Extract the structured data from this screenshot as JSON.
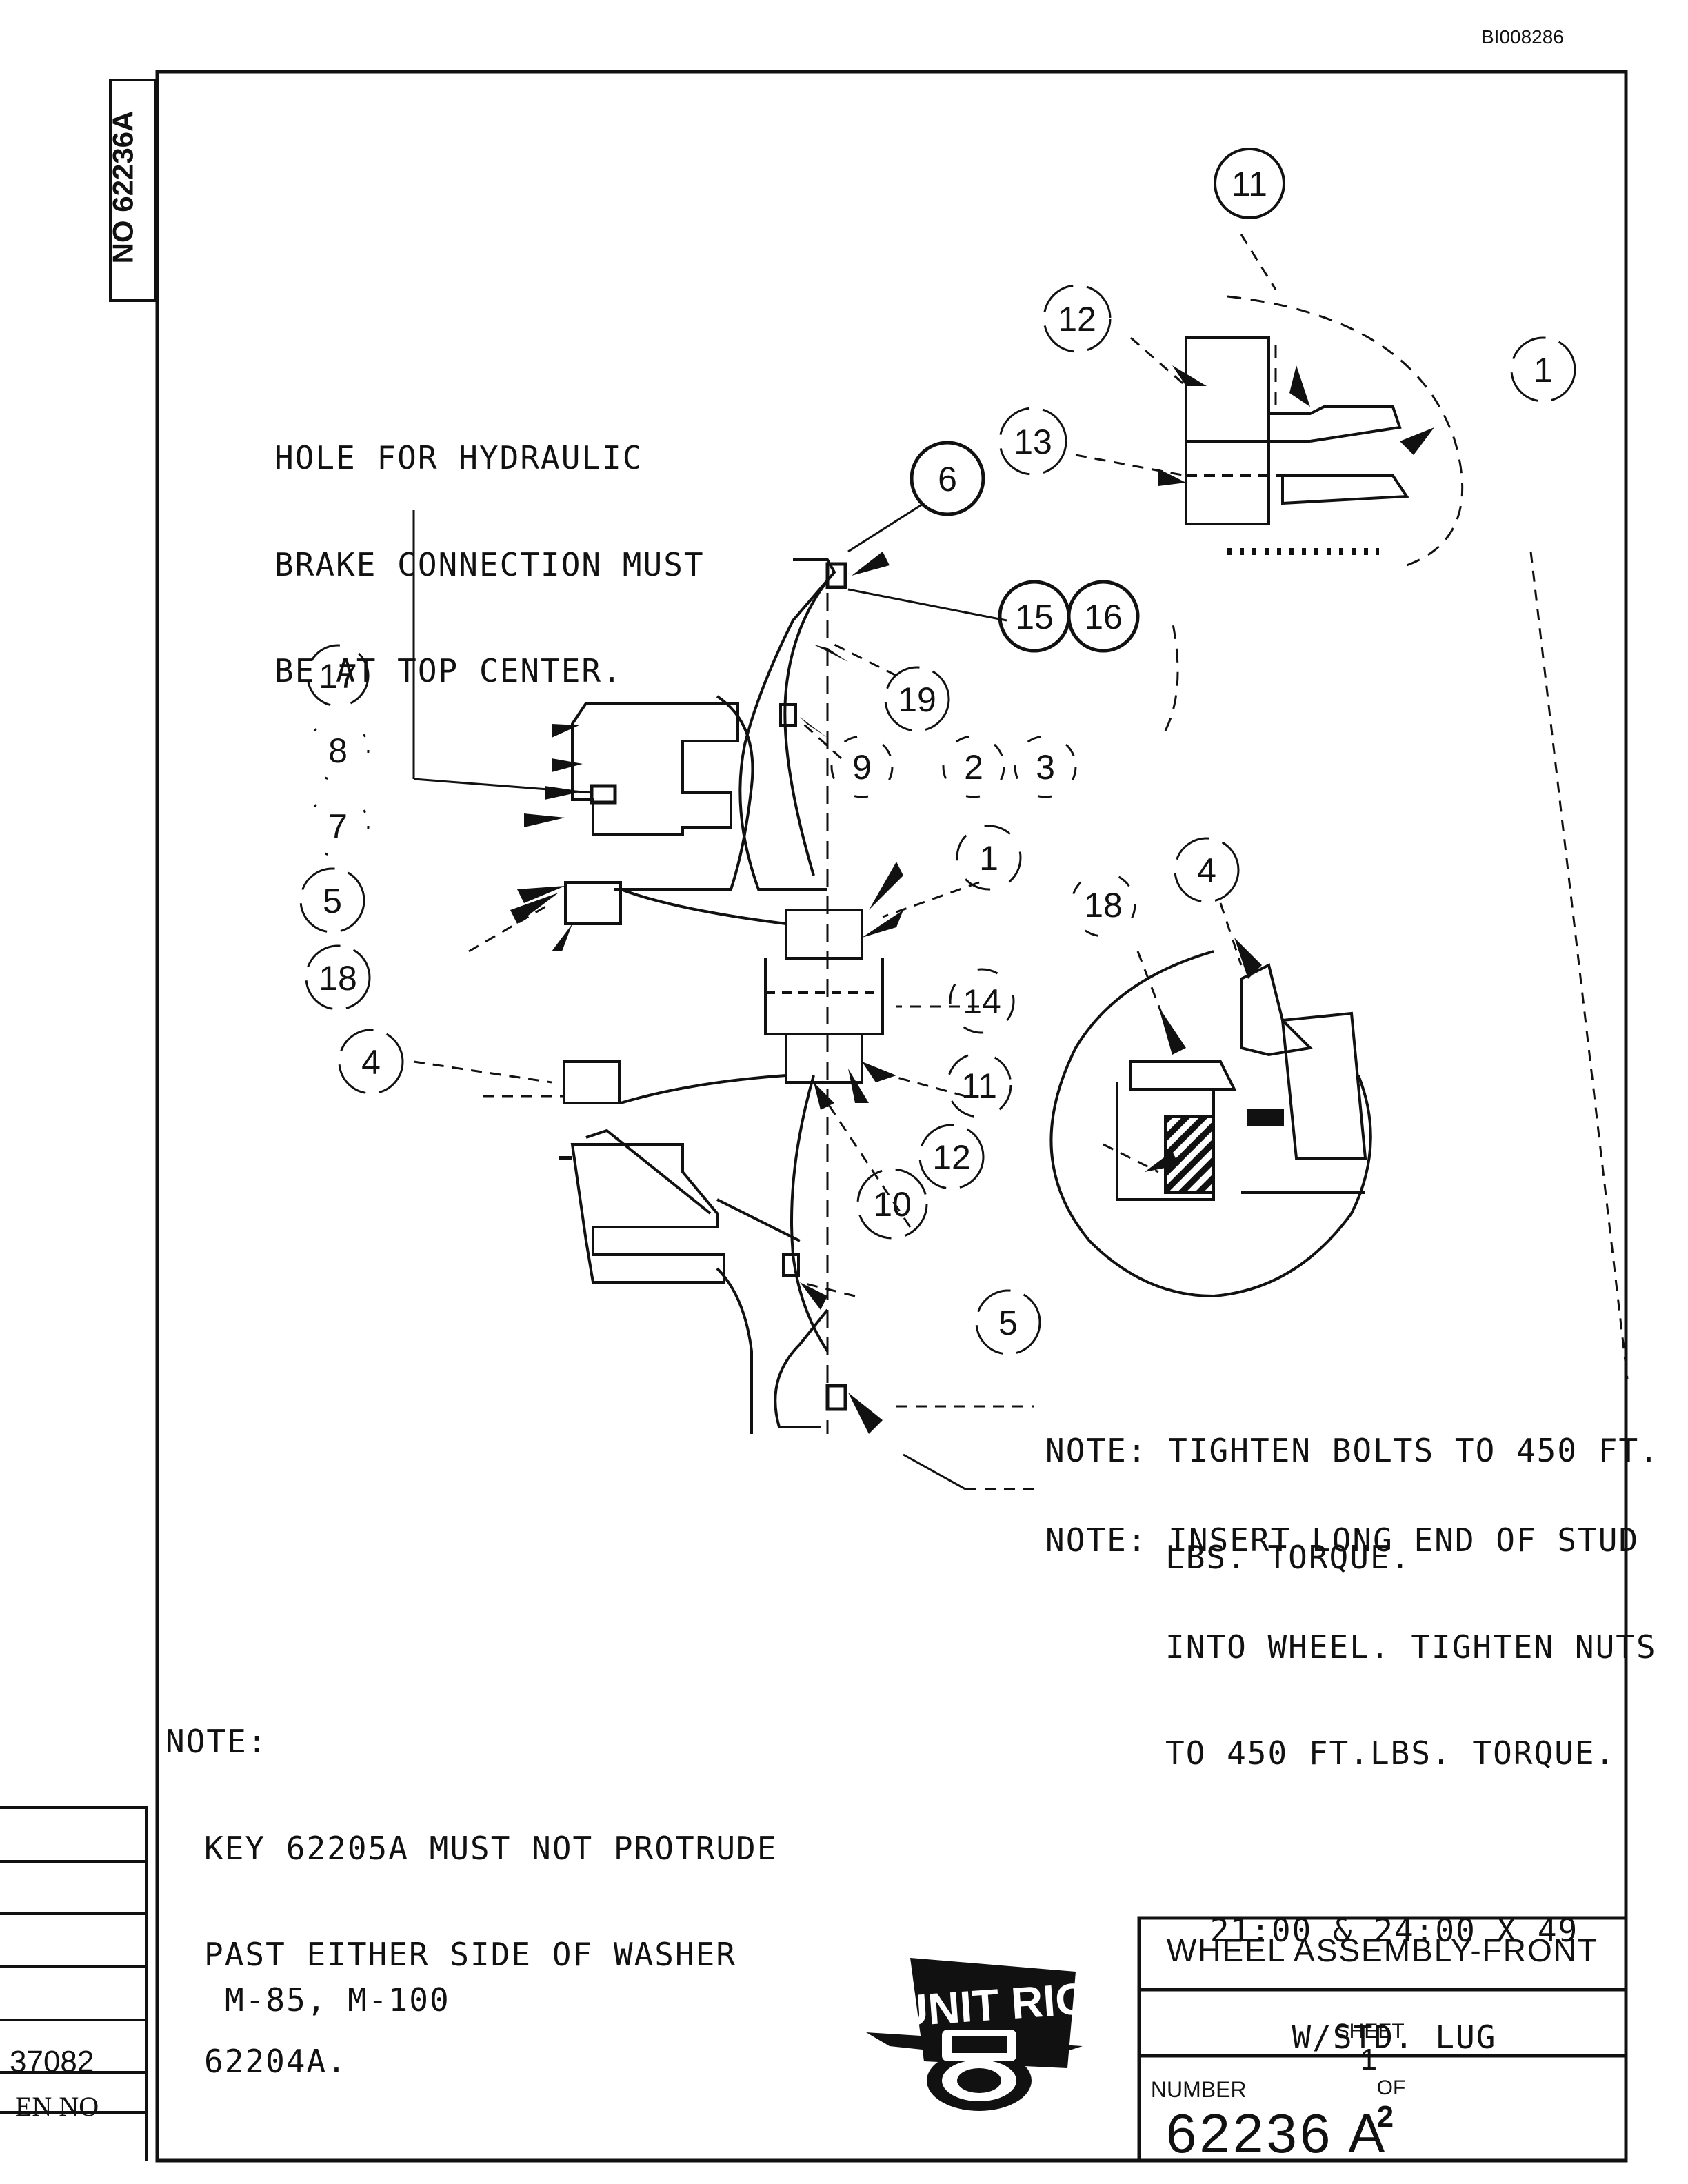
{
  "document": {
    "doc_id": "BI008286",
    "side_number": "NO 62236A",
    "notes": {
      "hydraulic": [
        "HOLE FOR HYDRAULIC",
        "BRAKE CONNECTION MUST",
        "BE AT TOP CENTER."
      ],
      "bolts": [
        "NOTE: TIGHTEN BOLTS TO 450 FT.",
        "LBS. TORQUE."
      ],
      "studs": [
        "NOTE: INSERT LONG END OF STUD",
        "INTO WHEEL. TIGHTEN NUTS",
        "TO 450 FT.LBS. TORQUE."
      ],
      "key": [
        "NOTE:",
        "KEY 62205A MUST NOT PROTRUDE",
        "PAST EITHER SIDE OF WASHER",
        "62204A."
      ]
    },
    "tire_size": [
      "21:00 & 24:00 X 49",
      "W/STD. LUG"
    ],
    "models": "M-85, M-100",
    "title_block": {
      "title": "WHEEL ASSEMBLY-FRONT",
      "sheet_label": "SHEET",
      "sheet_num": "1",
      "of_label": "OF",
      "sheet_total": "2",
      "number_label": "NUMBER",
      "number": "62236 A"
    },
    "logo_text": "UNIT RIG",
    "revision": {
      "number": "37082",
      "label": "EN NO"
    }
  },
  "callouts": [
    "11",
    "12",
    "1",
    "13",
    "6",
    "15",
    "16",
    "19",
    "17",
    "8",
    "9",
    "2",
    "3",
    "7",
    "1",
    "5",
    "18",
    "4",
    "14",
    "4",
    "11",
    "12",
    "18",
    "10",
    "5"
  ]
}
